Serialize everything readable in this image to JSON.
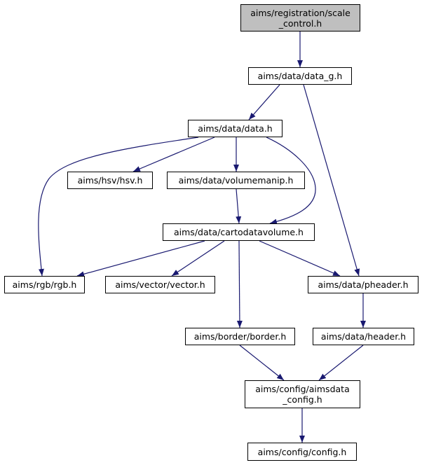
{
  "colors": {
    "edge": "#191970",
    "root_fill": "#bfbfbf",
    "node_fill": "#ffffff",
    "border": "#000000"
  },
  "nodes": {
    "root": {
      "lines": [
        "aims/registration/scale",
        "_control.h"
      ]
    },
    "data_g": {
      "lines": [
        "aims/data/data_g.h"
      ]
    },
    "data": {
      "lines": [
        "aims/data/data.h"
      ]
    },
    "hsv": {
      "lines": [
        "aims/hsv/hsv.h"
      ]
    },
    "volumemanip": {
      "lines": [
        "aims/data/volumemanip.h"
      ]
    },
    "cartodatavolume": {
      "lines": [
        "aims/data/cartodatavolume.h"
      ]
    },
    "rgb": {
      "lines": [
        "aims/rgb/rgb.h"
      ]
    },
    "vector": {
      "lines": [
        "aims/vector/vector.h"
      ]
    },
    "pheader": {
      "lines": [
        "aims/data/pheader.h"
      ]
    },
    "border": {
      "lines": [
        "aims/border/border.h"
      ]
    },
    "header": {
      "lines": [
        "aims/data/header.h"
      ]
    },
    "aimsdata_config": {
      "lines": [
        "aims/config/aimsdata",
        "_config.h"
      ]
    },
    "config": {
      "lines": [
        "aims/config/config.h"
      ]
    }
  },
  "edges": [
    [
      "root",
      "data_g"
    ],
    [
      "data_g",
      "data"
    ],
    [
      "data_g",
      "pheader"
    ],
    [
      "data",
      "hsv"
    ],
    [
      "data",
      "volumemanip"
    ],
    [
      "data",
      "cartodatavolume"
    ],
    [
      "data",
      "rgb"
    ],
    [
      "volumemanip",
      "cartodatavolume"
    ],
    [
      "cartodatavolume",
      "rgb"
    ],
    [
      "cartodatavolume",
      "vector"
    ],
    [
      "cartodatavolume",
      "border"
    ],
    [
      "cartodatavolume",
      "pheader"
    ],
    [
      "pheader",
      "header"
    ],
    [
      "border",
      "aimsdata_config"
    ],
    [
      "header",
      "aimsdata_config"
    ],
    [
      "aimsdata_config",
      "config"
    ]
  ]
}
